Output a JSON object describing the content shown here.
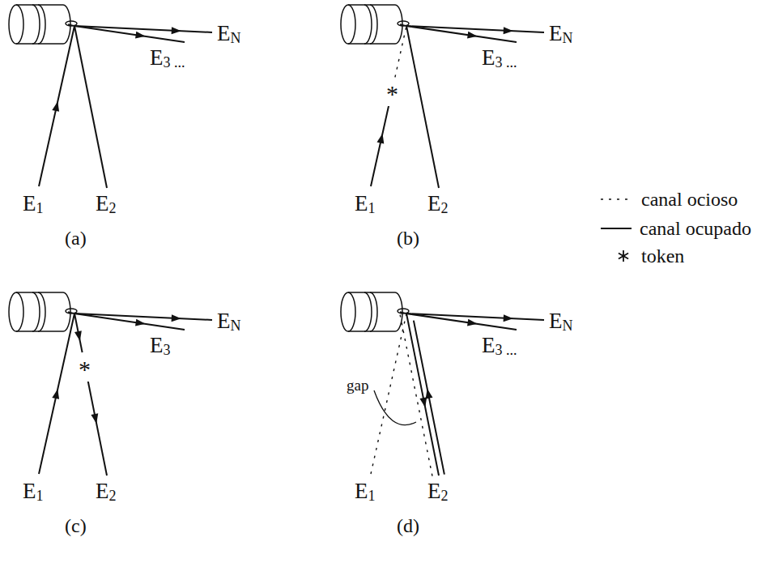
{
  "diagram": {
    "labels": [
      "E1",
      "E2",
      "E3 ...",
      "EN",
      "(a)",
      "E1",
      "E2",
      "E3 ...",
      "EN",
      "*",
      "(b)",
      "E1",
      "E2",
      "E3",
      "EN",
      "*",
      "(c)",
      "gap",
      "E1",
      "E2",
      "E3 ...",
      "EN",
      "(d)"
    ],
    "legend": [
      {
        "text": "canal ocioso"
      },
      {
        "text": "canal ocupado"
      },
      {
        "text": "token"
      }
    ]
  }
}
